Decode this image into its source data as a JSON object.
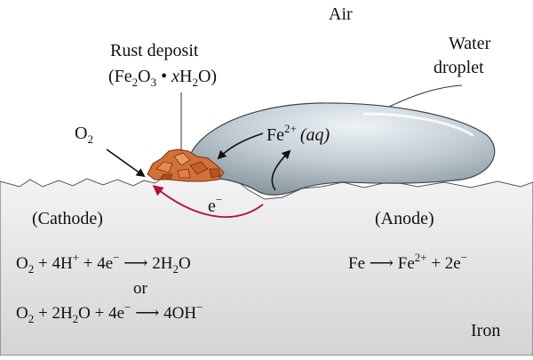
{
  "labels": {
    "air": "Air",
    "rust_line1": "Rust deposit",
    "water_line1": "Water",
    "water_line2": "droplet",
    "o2_main": "O",
    "o2_sub": "2",
    "fe_ion_main": "Fe",
    "fe_ion_sup": "2+",
    "fe_ion_state": "(aq)",
    "electron_main": "e",
    "electron_sup": "−",
    "cathode": "(Cathode)",
    "anode": "(Anode)",
    "iron": "Iron",
    "or": "or"
  },
  "rust_formula": {
    "open": "(Fe",
    "sub1": "2",
    "mid": "O",
    "sub2": "3",
    "dot": " • ",
    "x": "x",
    "h": "H",
    "sub3": "2",
    "close": "O)"
  },
  "cathode_eq1": {
    "a": "O",
    "a_sub": "2",
    "b": " + 4H",
    "b_sup": "+",
    "c": " + 4e",
    "c_sup": "−",
    "arrow": " ⟶ ",
    "d": "2H",
    "d_sub": "2",
    "e": "O"
  },
  "cathode_eq2": {
    "a": "O",
    "a_sub": "2",
    "b": " + 2H",
    "b_sub": "2",
    "c": "O + 4e",
    "c_sup": "−",
    "arrow": " ⟶ ",
    "d": "4OH",
    "d_sup": "−"
  },
  "anode_eq": {
    "a": "Fe",
    "arrow": " ⟶ ",
    "b": "Fe",
    "b_sup": "2+",
    "c": " + 2e",
    "c_sup": "−"
  },
  "colors": {
    "iron_top": "#f2f2f2",
    "iron_bottom": "#d6d6d6",
    "droplet_light": "#dfe7ec",
    "droplet_dark": "#8e9ba4",
    "rust": "#d2703a",
    "rust_dark": "#8a3a14",
    "electron_arrow": "#b3123a",
    "ink": "#111111"
  }
}
